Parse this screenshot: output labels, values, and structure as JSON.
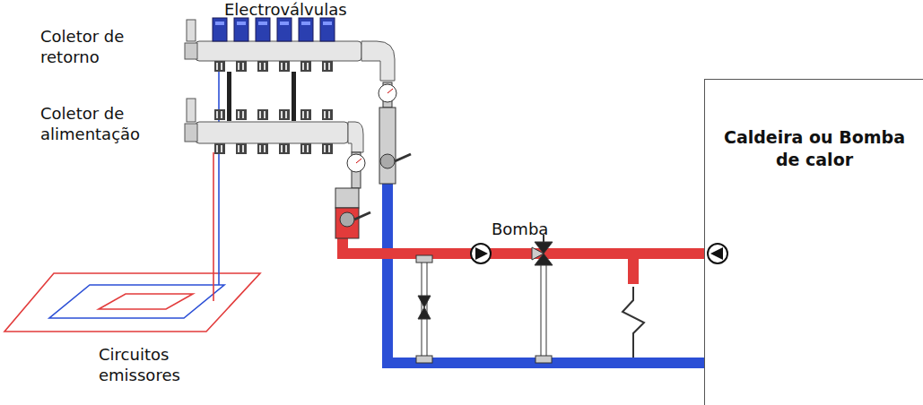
{
  "diagram": {
    "nodes": [
      {
        "text": [
          "Caldeira ou Bomba de calor"
        ]
      }
    ],
    "labels": [
      "Electroválvulas",
      "Coletor de retorno",
      "Coletor de alimentação",
      "Bomba",
      "Circuitos emissores"
    ]
  }
}
